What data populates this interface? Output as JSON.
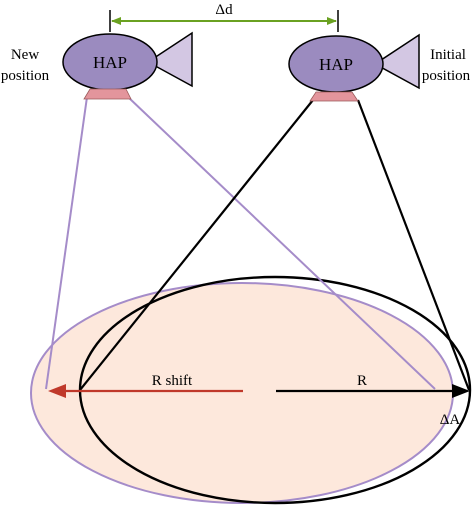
{
  "diagram": {
    "labels": {
      "new_hap": "HAP",
      "initial_hap": "HAP",
      "new_position_line1": "New",
      "new_position_line2": "position",
      "initial_position_line1": "Initial",
      "initial_position_line2": "position",
      "delta_d": "Δd",
      "r_shift": "R shift",
      "r": "R",
      "delta_a": "ΔA"
    },
    "colors": {
      "hap_body": "#9b8bbf",
      "hap_tail": "#d3c7e3",
      "antenna": "#e3959c",
      "new_footprint_fill": "#fde8dc",
      "new_footprint_stroke": "#a58cc9",
      "new_beam": "#a58cc9",
      "initial_beam": "#000000",
      "delta_d_arrow": "#6aa121",
      "r_shift_arrow": "#c0392b",
      "r_arrow": "#000000"
    }
  }
}
